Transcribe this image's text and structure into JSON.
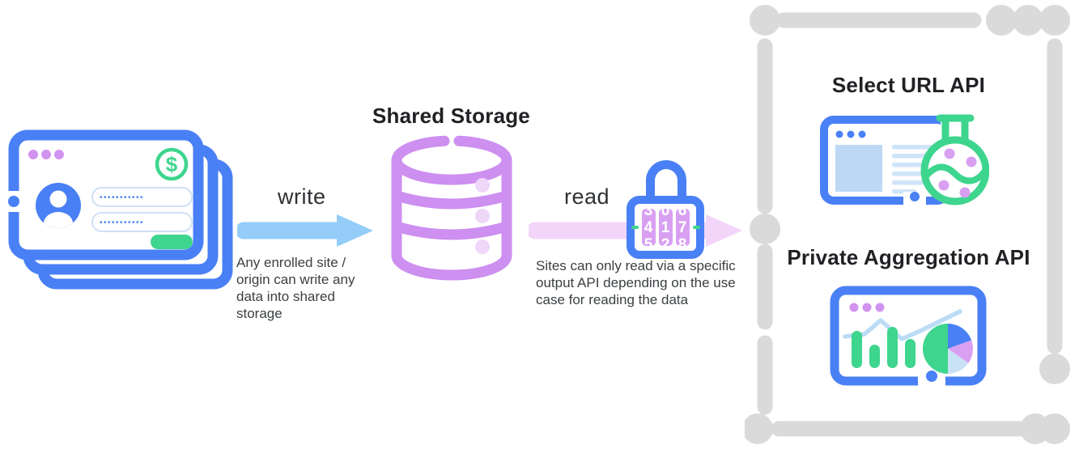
{
  "writer": {
    "label": "write",
    "caption": "Any enrolled site / origin can write any data into shared storage",
    "window": {
      "dollar_symbol": "$",
      "fields": [
        {
          "value": "•••••••••••"
        },
        {
          "value": "•••••••••••"
        }
      ]
    }
  },
  "storage": {
    "title": "Shared Storage"
  },
  "reader": {
    "label": "read",
    "caption": "Sites can only read via a specific output API depending on the use case for reading the data",
    "lock": {
      "code": "417",
      "wheels": [
        {
          "above": "3",
          "value": "4",
          "below": "5"
        },
        {
          "above": "0",
          "value": "1",
          "below": "2"
        },
        {
          "above": "6",
          "value": "7",
          "below": "8"
        }
      ]
    }
  },
  "output_container": {
    "apis": [
      {
        "title": "Select URL API"
      },
      {
        "title": "Private Aggregation API"
      }
    ]
  },
  "colors": {
    "blue": "#4a80f5",
    "write_arrow_blue": "#93cdf8",
    "read_arrow_pink": "#f2d5f8",
    "purple_database": "#cd8ff0",
    "purple_accent": "#d9a0f2",
    "green": "#3ed58e",
    "dashed_border_gray": "#dadada",
    "heading_text": "#202124",
    "body_text": "#3c4043"
  }
}
